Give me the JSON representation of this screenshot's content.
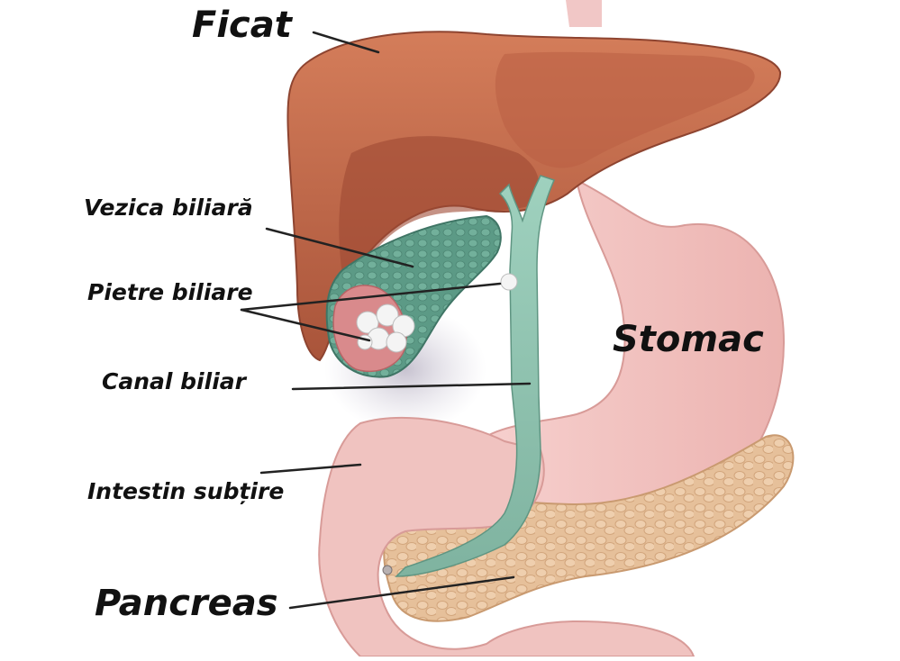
{
  "labels": {
    "liver": "Ficat",
    "gallbladder": "Vezica biliară",
    "gallstones": "Pietre biliare",
    "bile_duct": "Canal biliar",
    "small_intestine": "Intestin subțire",
    "pancreas": "Pancreas",
    "stomach": "Stomac"
  },
  "colors": {
    "liver": "#c96a4a",
    "liver_dark": "#9e4a34",
    "stomach": "#f2c4c2",
    "intestine": "#f0c0bd",
    "pancreas": "#e8c39a",
    "gallbladder": "#5f9e88",
    "bile_duct": "#8fc4b0",
    "stone": "#f4f4f4",
    "label": "#111111"
  }
}
